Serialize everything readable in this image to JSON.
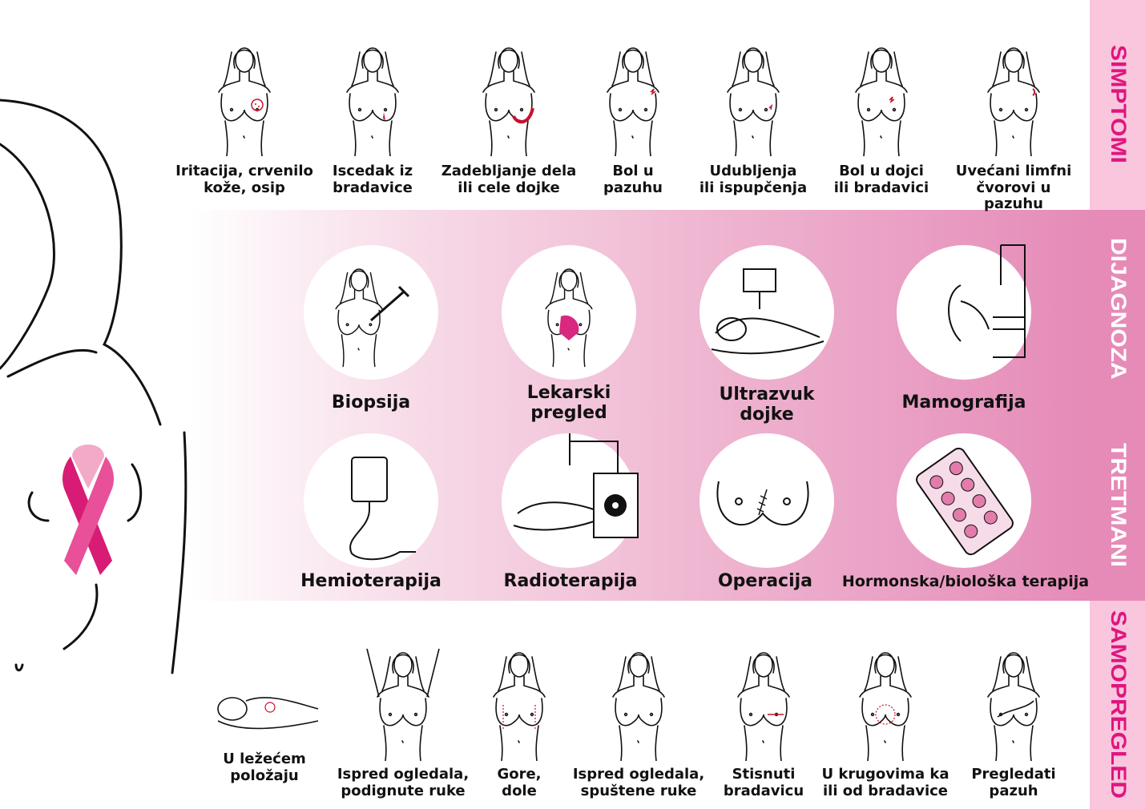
{
  "sections": {
    "simptomi": "SIMPTOMI",
    "dijagnoza": "DIJAGNOZA",
    "tretmani": "TRETMANI",
    "samopregled": "SAMOPREGLED"
  },
  "symptoms": [
    {
      "label": "Iritacija, crvenilo\nkože, osip",
      "icon": "rash-icon"
    },
    {
      "label": "Iscedak iz\nbradavice",
      "icon": "nipple-discharge-icon"
    },
    {
      "label": "Zadebljanje dela\nili cele dojke",
      "icon": "breast-thickening-icon"
    },
    {
      "label": "Bol u\npazuhu",
      "icon": "armpit-pain-icon"
    },
    {
      "label": "Udubljenja\nili ispupčenja",
      "icon": "dimpling-icon"
    },
    {
      "label": "Bol u dojci\nili bradavici",
      "icon": "breast-pain-icon"
    },
    {
      "label": "Uvećani limfni\nčvorovi u pazuhu",
      "icon": "lymph-node-icon"
    }
  ],
  "diagnosis": [
    {
      "label": "Biopsija",
      "icon": "syringe-icon"
    },
    {
      "label": "Lekarski\npregled",
      "icon": "glove-exam-icon"
    },
    {
      "label": "Ultrazvuk\ndojke",
      "icon": "ultrasound-icon"
    },
    {
      "label": "Mamografija",
      "icon": "mammography-icon"
    }
  ],
  "treatments": [
    {
      "label": "Hemioterapija",
      "icon": "iv-bag-icon"
    },
    {
      "label": "Radioterapija",
      "icon": "radiation-icon"
    },
    {
      "label": "Operacija",
      "icon": "surgery-scar-icon"
    },
    {
      "label": "Hormonska/biološka terapija",
      "icon": "pill-pack-icon"
    }
  ],
  "self_exam": [
    {
      "label": "U ležećem\npoložaju",
      "icon": "lying-exam-icon"
    },
    {
      "label": "Ispred ogledala,\npodignute ruke",
      "icon": "arms-raised-icon"
    },
    {
      "label": "Gore,\ndole",
      "icon": "up-down-exam-icon"
    },
    {
      "label": "Ispred ogledala,\nspuštene ruke",
      "icon": "arms-down-icon"
    },
    {
      "label": "Stisnuti\nbradavicu",
      "icon": "squeeze-nipple-icon"
    },
    {
      "label": "U krugovima ka\nili od bradavice",
      "icon": "circular-exam-icon"
    },
    {
      "label": "Pregledati\npazuh",
      "icon": "armpit-exam-icon"
    }
  ],
  "colors": {
    "accent": "#e0157e",
    "band_end": "#e58bb8",
    "side_light": "#f9c6de",
    "side_dark": "#e68bb8",
    "symptom_red": "#c8102e"
  }
}
